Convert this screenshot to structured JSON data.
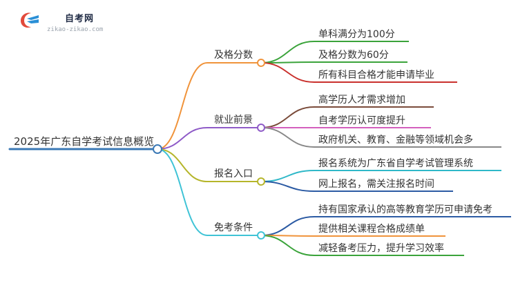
{
  "logo": {
    "name": "自考网",
    "url": "zikao-zikao.com"
  },
  "root": {
    "label": "2025年广东自学考试信息概览",
    "color": "#3a78b5"
  },
  "branches": [
    {
      "label": "及格分数",
      "color": "#f0933a",
      "children": [
        {
          "label": "单科满分为100分",
          "color": "#3aa33a"
        },
        {
          "label": "及格分数为60分",
          "color": "#3aa33a"
        },
        {
          "label": "所有科目合格才能申请毕业",
          "color": "#c9302c"
        }
      ]
    },
    {
      "label": "就业前景",
      "color": "#8e5ac7",
      "children": [
        {
          "label": "高学历人才需求增加",
          "color": "#7a4b3a"
        },
        {
          "label": "自考学历认可度提升",
          "color": "#d35fbd"
        },
        {
          "label": "政府机关、教育、金融等领域机会多",
          "color": "#888888"
        }
      ]
    },
    {
      "label": "报名入口",
      "color": "#b5b52a",
      "children": [
        {
          "label": "报名系统为广东省自学考试管理系统",
          "color": "#2fb8c8"
        },
        {
          "label": "网上报名，需关注报名时间",
          "color": "#2b5aa3"
        }
      ]
    },
    {
      "label": "免考条件",
      "color": "#3fc3d6",
      "children": [
        {
          "label": "持有国家承认的高等教育学历可申请免考",
          "color": "#2b5aa3"
        },
        {
          "label": "提供相关课程合格成绩单",
          "color": "#f0933a"
        },
        {
          "label": "减轻备考压力，提升学习效率",
          "color": "#3aa33a"
        }
      ]
    }
  ]
}
